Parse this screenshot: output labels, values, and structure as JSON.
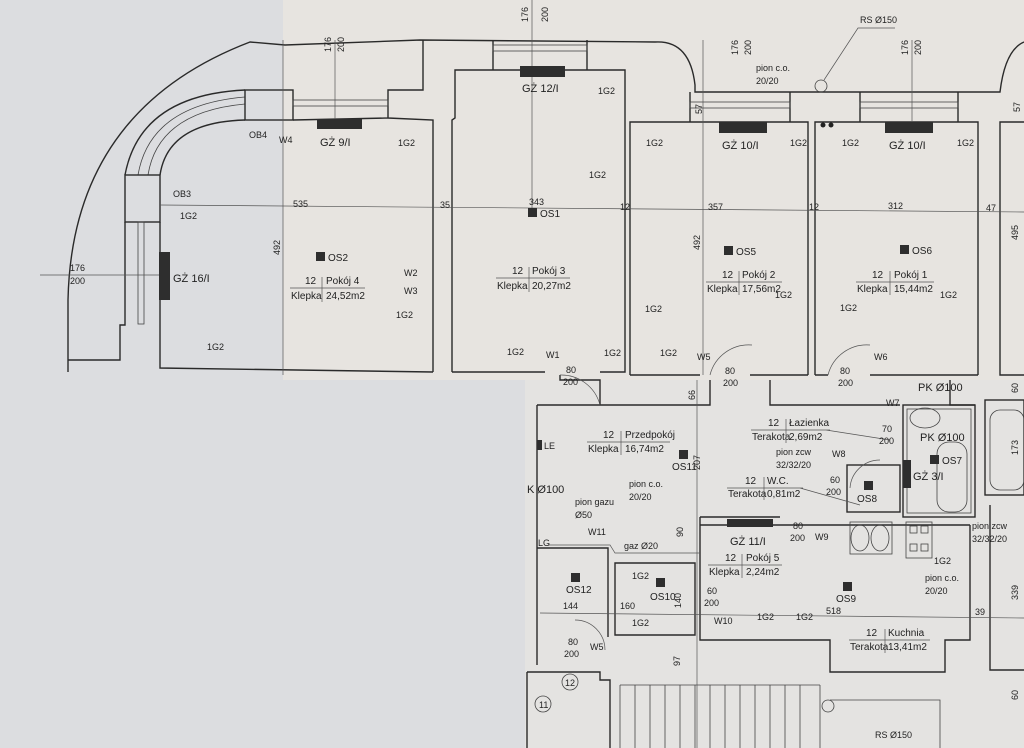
{
  "rooms": [
    {
      "number": "12",
      "name": "Pokój 4",
      "floor": "Klepka",
      "area": "24,52m2"
    },
    {
      "number": "12",
      "name": "Pokój 3",
      "floor": "Klepka",
      "area": "20,27m2"
    },
    {
      "number": "12",
      "name": "Pokój 2",
      "floor": "Klepka",
      "area": "17,56m2"
    },
    {
      "number": "12",
      "name": "Pokój 1",
      "floor": "Klepka",
      "area": "15,44m2"
    },
    {
      "number": "12",
      "name": "Przedpokój",
      "floor": "Klepka",
      "area": "16,74m2"
    },
    {
      "number": "12",
      "name": "Łazienka",
      "floor": "Terakota",
      "area": "2,69m2"
    },
    {
      "number": "12",
      "name": "W.C.",
      "floor": "Terakota",
      "area": "0,81m2"
    },
    {
      "number": "12",
      "name": "Pokój 5",
      "floor": "Klepka",
      "area": "2,24m2"
    },
    {
      "number": "12",
      "name": "Kuchnia",
      "floor": "Terakota",
      "area": "13,41m2"
    }
  ],
  "radiators": [
    "GŻ 9/I",
    "GŻ 12/I",
    "GŻ 10/I",
    "GŻ 10/I",
    "GŻ 16/I",
    "GŻ 11/I",
    "GŻ 3/I"
  ],
  "lights": [
    "OS1",
    "OS2",
    "OS5",
    "OS6",
    "OS7",
    "OS8",
    "OS9",
    "OS10",
    "OS11",
    "OS12"
  ],
  "switches": [
    "W1",
    "W2",
    "W3",
    "W4",
    "W5",
    "W5",
    "W6",
    "W7",
    "W8",
    "W9",
    "W10",
    "W11",
    "OB3",
    "OB4"
  ],
  "outlet_label": "1G2",
  "dimensions": {
    "window": [
      "176",
      "200"
    ],
    "door80": [
      "80",
      "200"
    ],
    "door70": [
      "70",
      "200"
    ],
    "door60": [
      "60",
      "200"
    ],
    "values": [
      "535",
      "35",
      "343",
      "357",
      "312",
      "47",
      "492",
      "492",
      "495",
      "57",
      "57",
      "66",
      "207",
      "90",
      "144",
      "160",
      "140",
      "518",
      "39",
      "339",
      "173",
      "97",
      "60",
      "12",
      "12",
      "60"
    ]
  },
  "annotations": {
    "rs": "RS Ø150",
    "pion_co": [
      "pion c.o.",
      "20/20"
    ],
    "pk": "PK Ø100",
    "pion_zcw": [
      "pion zcw",
      "32/32/20"
    ],
    "pion_gazu": [
      "pion gazu",
      "Ø50"
    ],
    "gaz": "gaz Ø20",
    "k": "K Ø100",
    "le": "LE",
    "lg": "LG",
    "stair_11": "11",
    "stair_12": "12"
  }
}
